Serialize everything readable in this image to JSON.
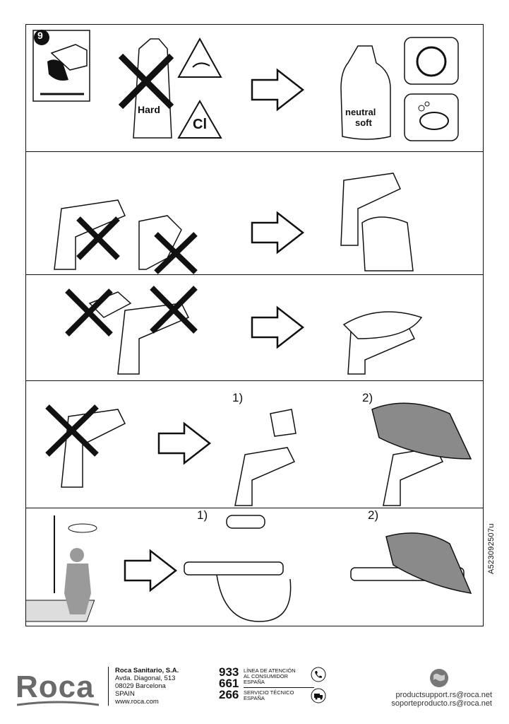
{
  "panel1": {
    "step_number": "9",
    "hard_label": "Hard",
    "cl_label": "Cl",
    "neutral_label": "neutral",
    "soft_label": "soft"
  },
  "panel4": {
    "step1": "1)",
    "step2": "2)"
  },
  "panel5": {
    "step1": "1)",
    "step2": "2)"
  },
  "doc_code": "A523092507u",
  "footer": {
    "brand": "Roca",
    "company_name": "Roca Sanitario, S.A.",
    "address_line1": "Avda. Diagonal, 513",
    "address_line2": "08029 Barcelona",
    "country": "SPAIN",
    "website": "www.roca.com",
    "phone_1": "933",
    "phone_2": "661",
    "phone_3": "266",
    "consumer_line_1": "LÍNEA DE ATENCIÓN",
    "consumer_line_2": "AL CONSUMIDOR",
    "consumer_line_3": "ESPAÑA",
    "tech_line_1": "SERVICIO TÉCNICO",
    "tech_line_2": "ESPAÑA",
    "email_1": "productsupport.rs@roca.net",
    "email_2": "soporteproducto.rs@roca.net",
    "icons": [
      "phone-icon",
      "truck-icon",
      "globe-icon"
    ]
  }
}
